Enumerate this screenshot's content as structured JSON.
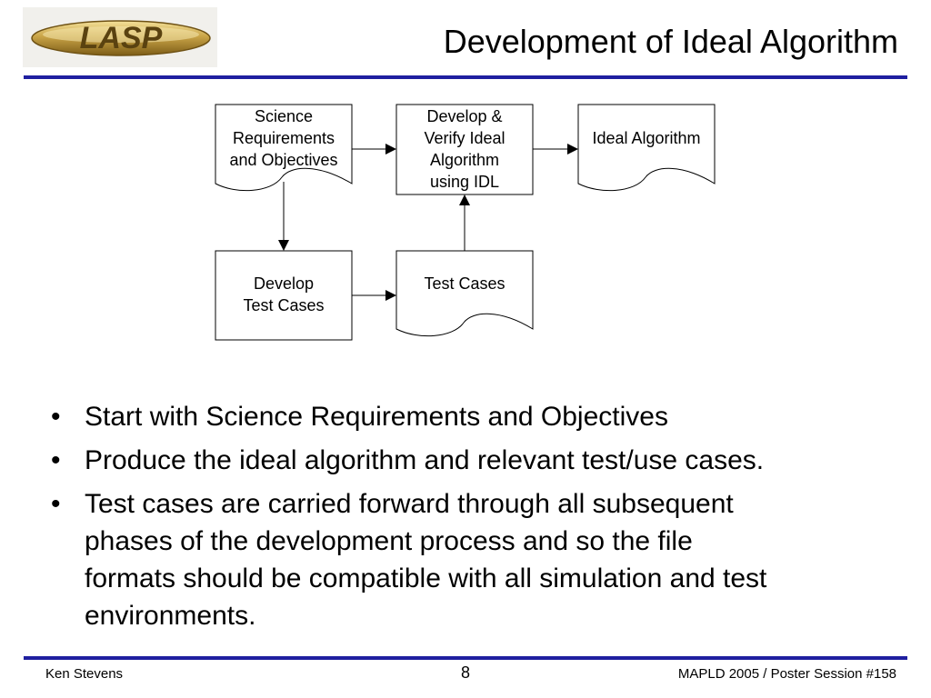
{
  "header": {
    "logo_text": "LASP",
    "title": "Development of Ideal Algorithm"
  },
  "flowchart": {
    "nodes": [
      {
        "id": "science",
        "shape": "document",
        "lines": [
          "Science",
          "Requirements",
          "and Objectives"
        ]
      },
      {
        "id": "develop-verify",
        "shape": "process",
        "lines": [
          "Develop &",
          "Verify Ideal",
          "Algorithm",
          "using IDL"
        ]
      },
      {
        "id": "ideal",
        "shape": "document",
        "lines": [
          "Ideal Algorithm"
        ]
      },
      {
        "id": "develop-tests",
        "shape": "process",
        "lines": [
          "Develop",
          "Test Cases"
        ]
      },
      {
        "id": "test-cases",
        "shape": "document",
        "lines": [
          "Test Cases"
        ]
      }
    ],
    "edges": [
      {
        "from": "science",
        "to": "develop-verify"
      },
      {
        "from": "develop-verify",
        "to": "ideal"
      },
      {
        "from": "science",
        "to": "develop-tests"
      },
      {
        "from": "develop-tests",
        "to": "test-cases"
      },
      {
        "from": "test-cases",
        "to": "develop-verify"
      }
    ]
  },
  "bullets": {
    "marker": "•",
    "items": [
      [
        "Start with Science Requirements and Objectives"
      ],
      [
        "Produce the ideal algorithm and relevant test/use cases."
      ],
      [
        "Test cases are carried forward through all subsequent",
        "phases of the development process and so the file",
        "formats should be compatible with all simulation and test",
        "environments."
      ]
    ]
  },
  "footer": {
    "author": "Ken Stevens",
    "page_number": "8",
    "event": "MAPLD 2005 / Poster Session #158"
  },
  "colors": {
    "rule": "#1f1fa0",
    "logo_gold": "#c8a34a",
    "logo_gold_dark": "#8a6a1e"
  }
}
